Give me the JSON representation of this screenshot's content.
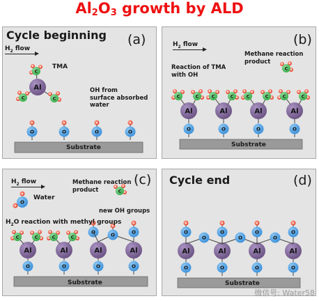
{
  "title": {
    "main": "Al",
    "sub1": "2",
    "mid": "O",
    "sub2": "3",
    "rest": " growth by ALD"
  },
  "panels": {
    "a": {
      "heading": "Cycle beginning",
      "letter": "(a)",
      "h2": "H",
      "h2sub": "2",
      "h2rest": " flow",
      "tma": "TMA",
      "oh_note": "OH from\nsurface absorbed\nwater",
      "substrate": "Substrate"
    },
    "b": {
      "letter": "(b)",
      "h2": "H",
      "h2sub": "2",
      "h2rest": " flow",
      "reaction": "Reaction of TMA\nwith OH",
      "methane": "Methane reaction\nproduct",
      "substrate": "Substrate"
    },
    "c": {
      "letter": "(c)",
      "h2": "H",
      "h2sub": "2",
      "h2rest": " flow",
      "water": "Water",
      "methane": "Methane reaction\nproduct",
      "new_oh": "new OH groups",
      "h2o_pre": "H",
      "h2o_sub": "2",
      "h2o_rest": "O reaction with methyl groups",
      "substrate": "Substrate"
    },
    "d": {
      "heading": "Cycle end",
      "letter": "(d)",
      "substrate": "Substrate"
    }
  },
  "atoms": {
    "al": "Al",
    "o": "O",
    "c": "C",
    "h": "H"
  },
  "colors": {
    "title": "#ee1111",
    "al": "#6e5687",
    "o": "#3f93dc",
    "c": "#3caf4e",
    "h": "#e4452f",
    "substrate": "#9a9a9a",
    "panel": "#e4e4e4"
  },
  "watermark": "微信号: Water58"
}
